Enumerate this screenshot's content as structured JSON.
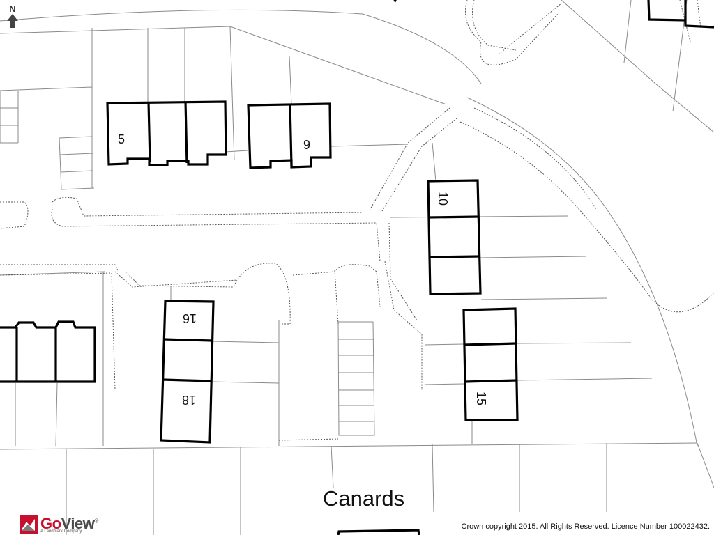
{
  "map": {
    "north_label": "N",
    "street_name": "Canards",
    "house_numbers": {
      "n5": "5",
      "n9": "9",
      "n10": "10",
      "n15": "15",
      "n16": "16",
      "n18": "18"
    },
    "copyright": "Crown copyright 2015. All Rights Reserved. Licence Number 100022432.",
    "logo": {
      "brand_go": "Go",
      "brand_view": "View",
      "trademark": "®",
      "tagline": "A Landmark Company"
    },
    "colors": {
      "building_outline": "#000000",
      "parcel_line": "#888888",
      "path_line": "#666666",
      "logo_red": "#c8102e"
    }
  }
}
